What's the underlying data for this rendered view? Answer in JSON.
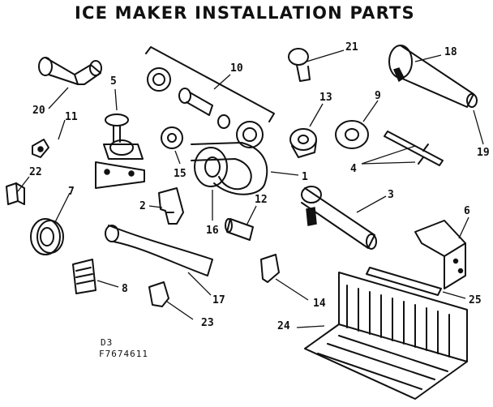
{
  "title": "ICE MAKER INSTALLATION PARTS",
  "codes": {
    "section": "D3",
    "drawing": "F7674611"
  },
  "colors": {
    "ink": "#111111",
    "paper": "#ffffff"
  },
  "callouts": [
    {
      "id": "n1",
      "label": "1"
    },
    {
      "id": "n2",
      "label": "2"
    },
    {
      "id": "n3",
      "label": "3"
    },
    {
      "id": "n4",
      "label": "4"
    },
    {
      "id": "n5",
      "label": "5"
    },
    {
      "id": "n6",
      "label": "6"
    },
    {
      "id": "n7",
      "label": "7"
    },
    {
      "id": "n8",
      "label": "8"
    },
    {
      "id": "n9",
      "label": "9"
    },
    {
      "id": "n10",
      "label": "10"
    },
    {
      "id": "n11",
      "label": "11"
    },
    {
      "id": "n12",
      "label": "12"
    },
    {
      "id": "n13",
      "label": "13"
    },
    {
      "id": "n14",
      "label": "14"
    },
    {
      "id": "n15",
      "label": "15"
    },
    {
      "id": "n16",
      "label": "16"
    },
    {
      "id": "n17",
      "label": "17"
    },
    {
      "id": "n18",
      "label": "18"
    },
    {
      "id": "n19",
      "label": "19"
    },
    {
      "id": "n20",
      "label": "20"
    },
    {
      "id": "n21",
      "label": "21"
    },
    {
      "id": "n22",
      "label": "22"
    },
    {
      "id": "n23",
      "label": "23"
    },
    {
      "id": "n24",
      "label": "24"
    },
    {
      "id": "n25",
      "label": "25"
    }
  ]
}
